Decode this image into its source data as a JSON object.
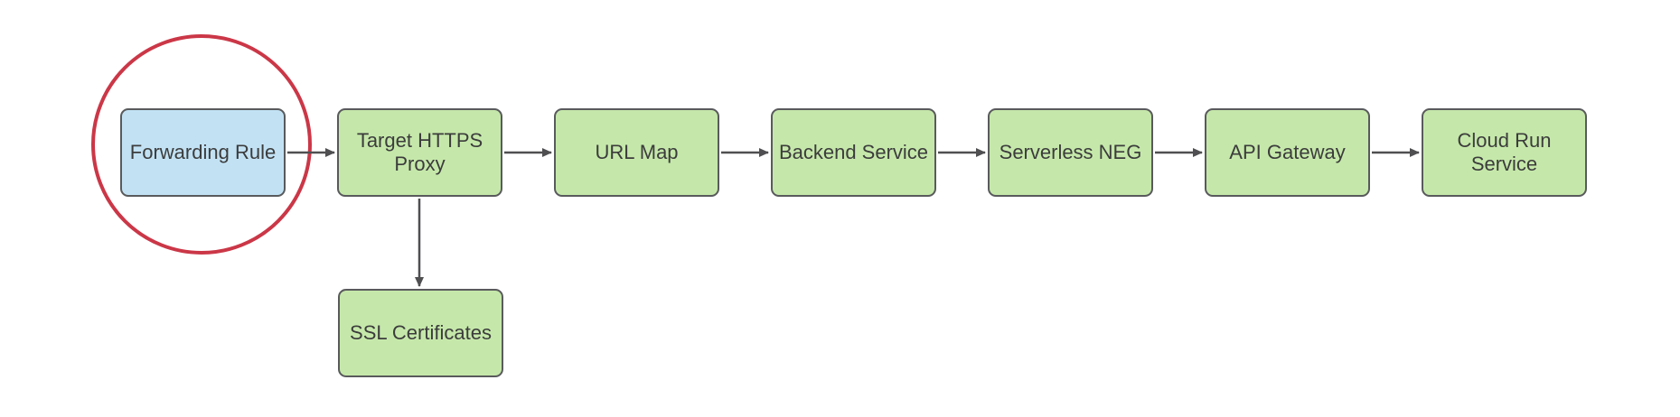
{
  "colors": {
    "background": "#ffffff",
    "node_green_fill": "#c5e8aa",
    "node_blue_fill": "#c2e2f4",
    "node_border": "#595a5c",
    "edge": "#4f4f51",
    "highlight_red": "#cb3747",
    "text": "#3c3c3c"
  },
  "diagram": {
    "nodes": [
      {
        "id": "forwarding-rule",
        "label": "Forwarding Rule"
      },
      {
        "id": "target-https-proxy",
        "label": "Target HTTPS\nProxy"
      },
      {
        "id": "url-map",
        "label": "URL Map"
      },
      {
        "id": "backend-service",
        "label": "Backend Service"
      },
      {
        "id": "serverless-neg",
        "label": "Serverless NEG"
      },
      {
        "id": "api-gateway",
        "label": "API Gateway"
      },
      {
        "id": "cloud-run-service",
        "label": "Cloud Run\nService"
      },
      {
        "id": "ssl-certificates",
        "label": "SSL Certificates"
      }
    ],
    "edges": [
      {
        "from": "forwarding-rule",
        "to": "target-https-proxy"
      },
      {
        "from": "target-https-proxy",
        "to": "url-map"
      },
      {
        "from": "url-map",
        "to": "backend-service"
      },
      {
        "from": "backend-service",
        "to": "serverless-neg"
      },
      {
        "from": "serverless-neg",
        "to": "api-gateway"
      },
      {
        "from": "api-gateway",
        "to": "cloud-run-service"
      },
      {
        "from": "target-https-proxy",
        "to": "ssl-certificates"
      }
    ],
    "highlight": {
      "shape": "ellipse",
      "around": "forwarding-rule"
    }
  }
}
